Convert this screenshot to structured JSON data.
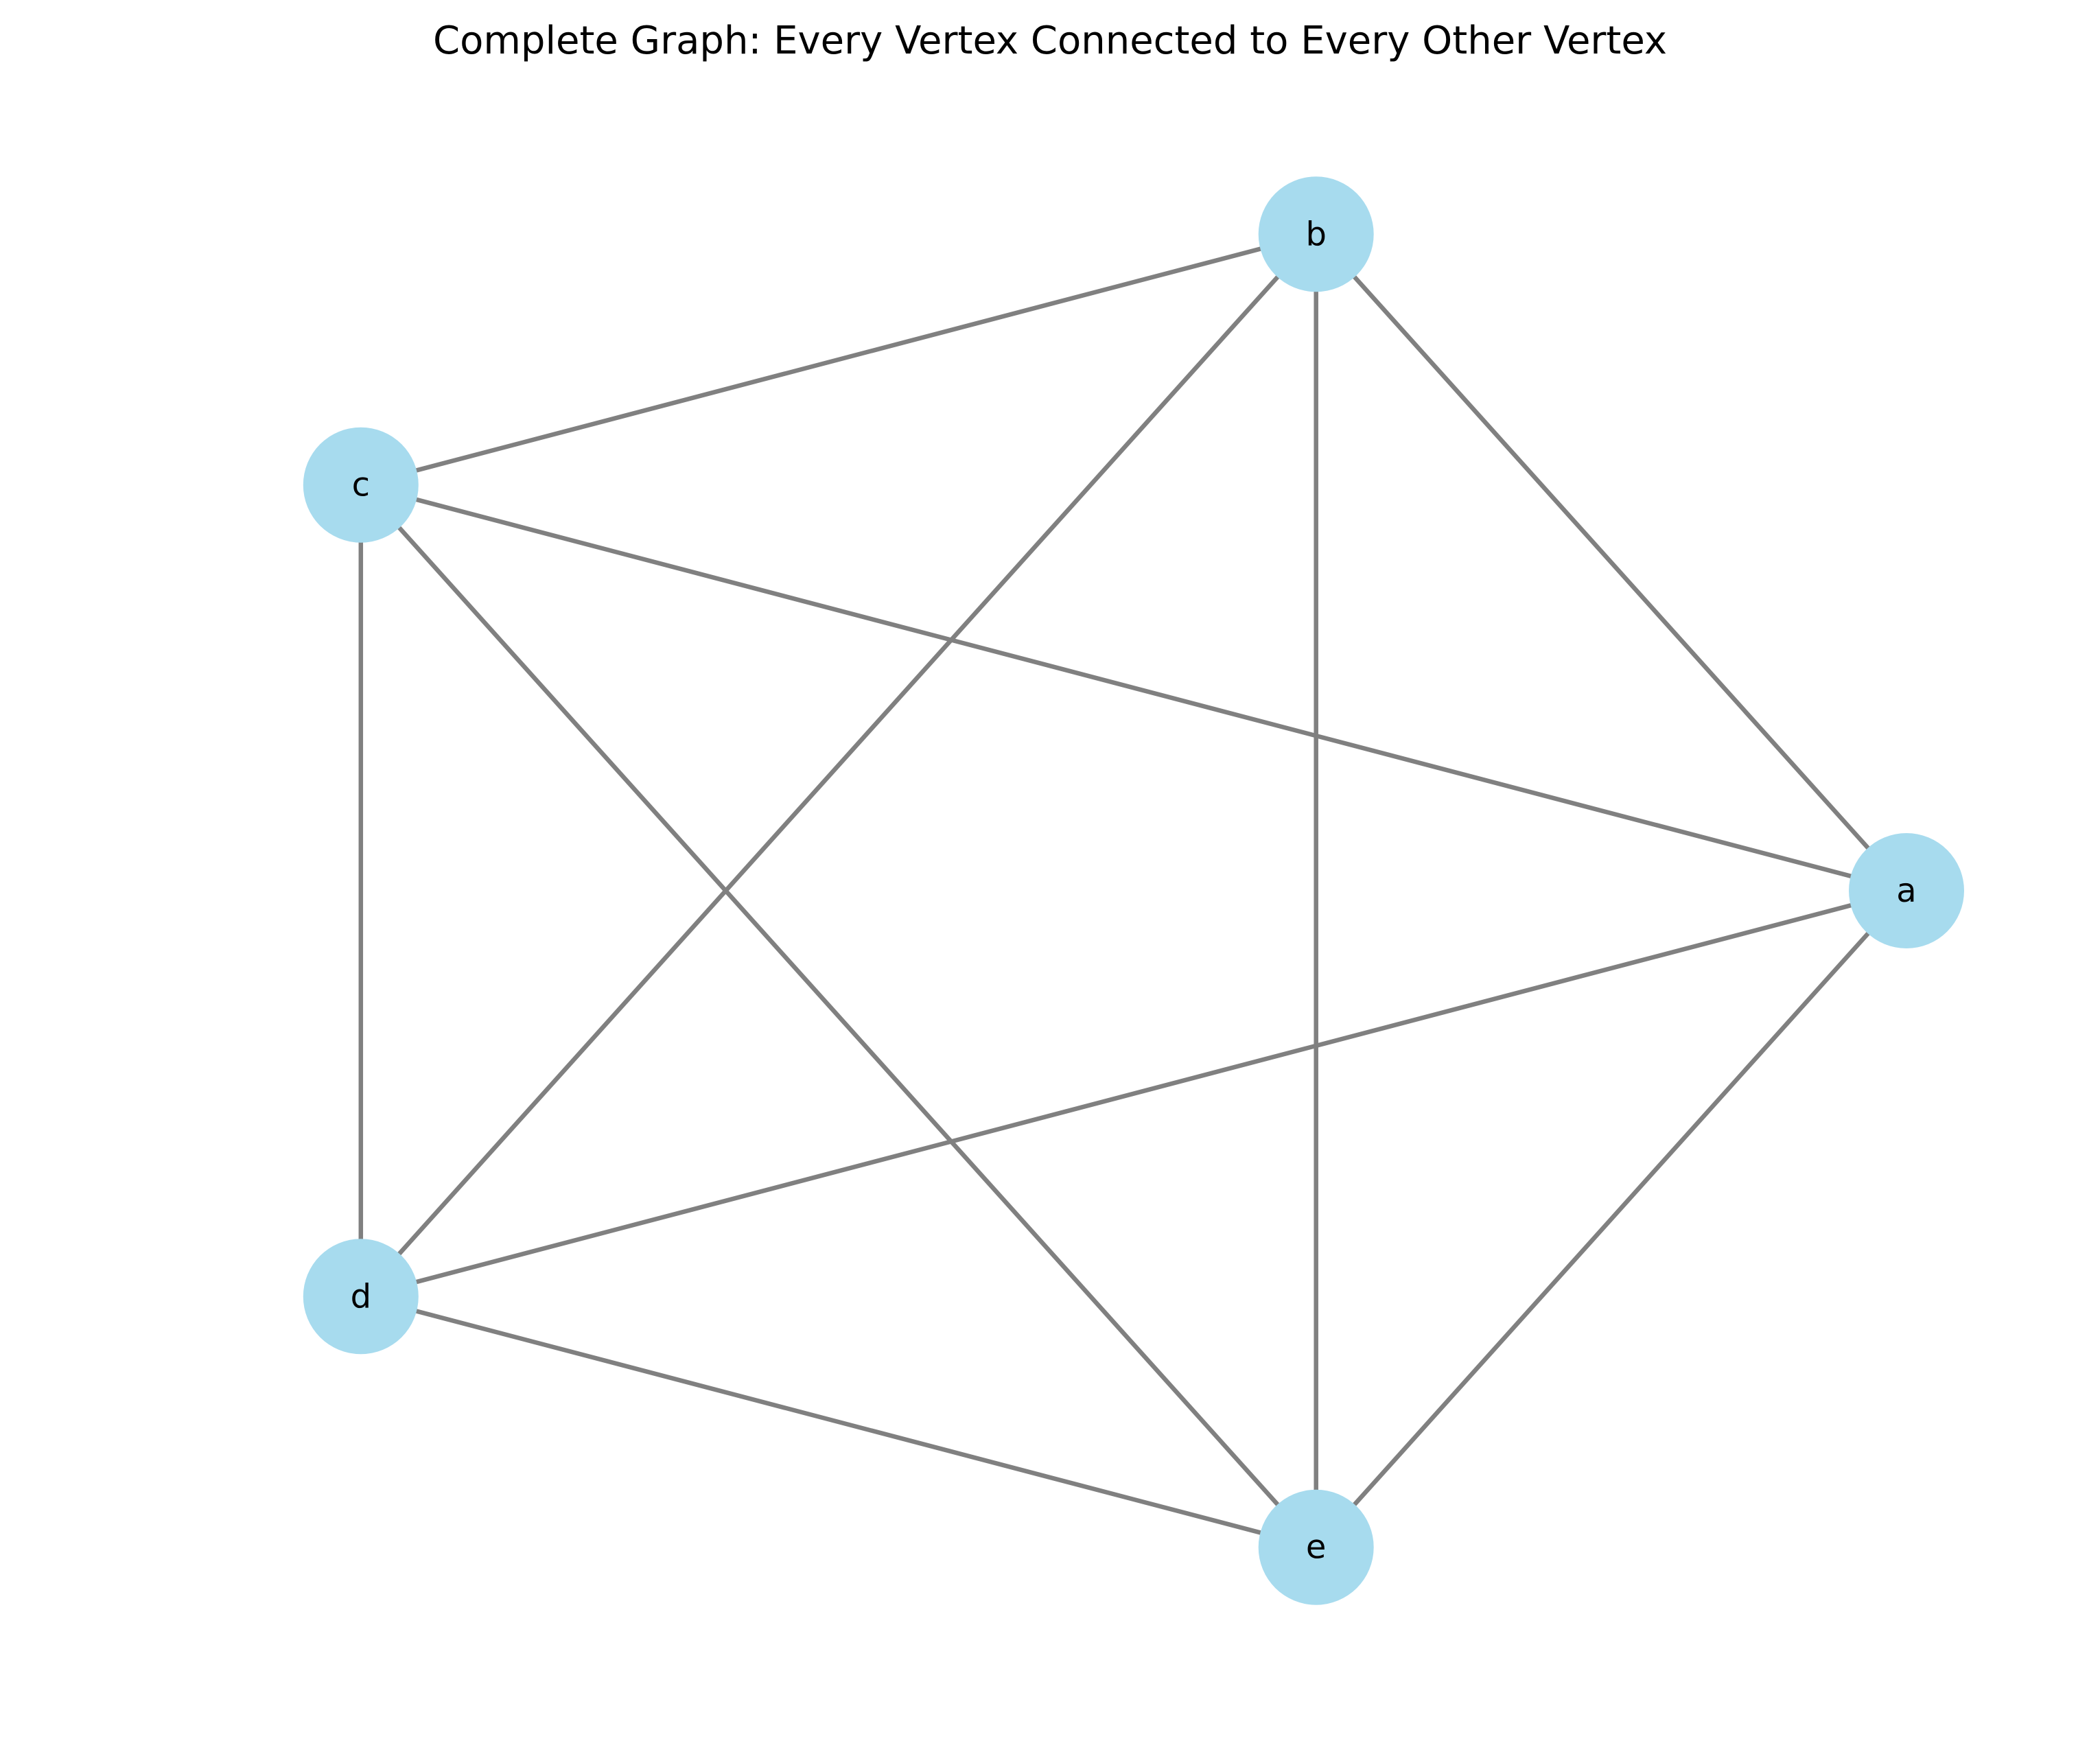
{
  "title": "Complete Graph: Every Vertex Connected to Every Other Vertex",
  "colors": {
    "node_fill": "#a7dbee",
    "edge_stroke": "#808080",
    "background": "#ffffff",
    "label": "#000000"
  },
  "graph": {
    "type": "complete",
    "layout": "circular",
    "nodes": [
      {
        "id": "a",
        "label": "a"
      },
      {
        "id": "b",
        "label": "b"
      },
      {
        "id": "c",
        "label": "c"
      },
      {
        "id": "d",
        "label": "d"
      },
      {
        "id": "e",
        "label": "e"
      }
    ],
    "edges": [
      [
        "a",
        "b"
      ],
      [
        "a",
        "c"
      ],
      [
        "a",
        "d"
      ],
      [
        "a",
        "e"
      ],
      [
        "b",
        "c"
      ],
      [
        "b",
        "d"
      ],
      [
        "b",
        "e"
      ],
      [
        "c",
        "d"
      ],
      [
        "c",
        "e"
      ],
      [
        "d",
        "e"
      ]
    ]
  }
}
